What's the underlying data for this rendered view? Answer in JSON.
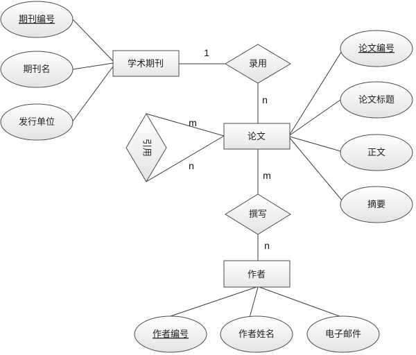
{
  "entities": {
    "journal": "学术期刊",
    "paper": "论文",
    "author": "作者"
  },
  "relationships": {
    "accept": "录用",
    "cite": "引用",
    "write": "撰写"
  },
  "attributes": {
    "journal_id": "期刊编号",
    "journal_name": "期刊名",
    "publisher": "发行单位",
    "paper_id": "论文编号",
    "paper_title": "论文标题",
    "body": "正文",
    "abstract": "摘要",
    "author_id": "作者编号",
    "author_name": "作者姓名",
    "email": "电子邮件"
  },
  "cardinalities": {
    "accept_journal": "1",
    "accept_paper": "n",
    "cite_top": "m",
    "cite_bottom": "n",
    "write_paper": "m",
    "write_author": "n"
  }
}
